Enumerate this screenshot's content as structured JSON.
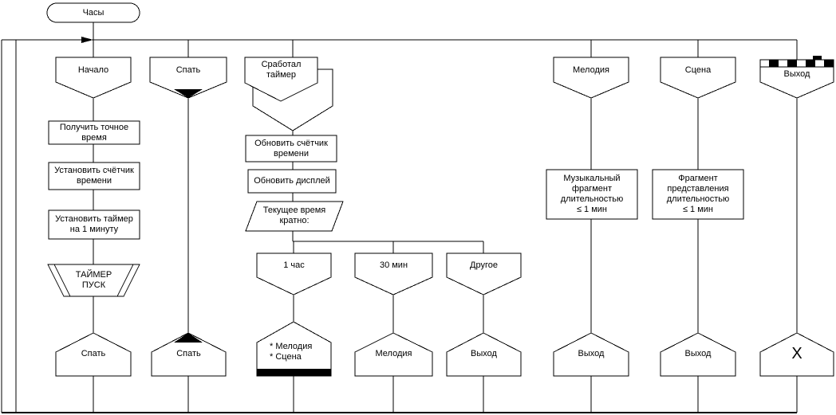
{
  "diagram": {
    "title": "Часы",
    "branches": {
      "nachalo": "Начало",
      "spat": "Спать",
      "timer": "Сработал\nтаймер",
      "melodia": "Мелодия",
      "scena": "Сцена",
      "vyhod": "Выход"
    },
    "actions": {
      "get_time": "Получить точное\nвремя",
      "set_counter": "Установить счётчик\nвремени",
      "set_timer": "Установить таймер\nна 1 минуту",
      "timer_start": "ТАЙМЕР\nПУСК",
      "update_counter": "Обновить счётчик\nвремени",
      "update_display": "Обновить дисплей",
      "current_time": "Текущее время\nкратно:",
      "music_fragment": "Музыкальный\nфрагмент\nдлительностью\n≤ 1 мин",
      "scene_fragment": "Фрагмент\nпредставления\nдлительностью\n≤ 1 мин"
    },
    "cases": {
      "hour": "1 час",
      "min30": "30 мин",
      "other": "Другое"
    },
    "exits": {
      "spat1": "Спать",
      "spat2": "Спать",
      "melodia_scena": "* Мелодия\n* Сцена",
      "melodia": "Мелодия",
      "vyhod1": "Выход",
      "vyhod2": "Выход",
      "vyhod3": "Выход",
      "end_mark": "X"
    },
    "colors": {
      "line": "#000000",
      "fill": "#ffffff",
      "marker": "#000000"
    }
  }
}
